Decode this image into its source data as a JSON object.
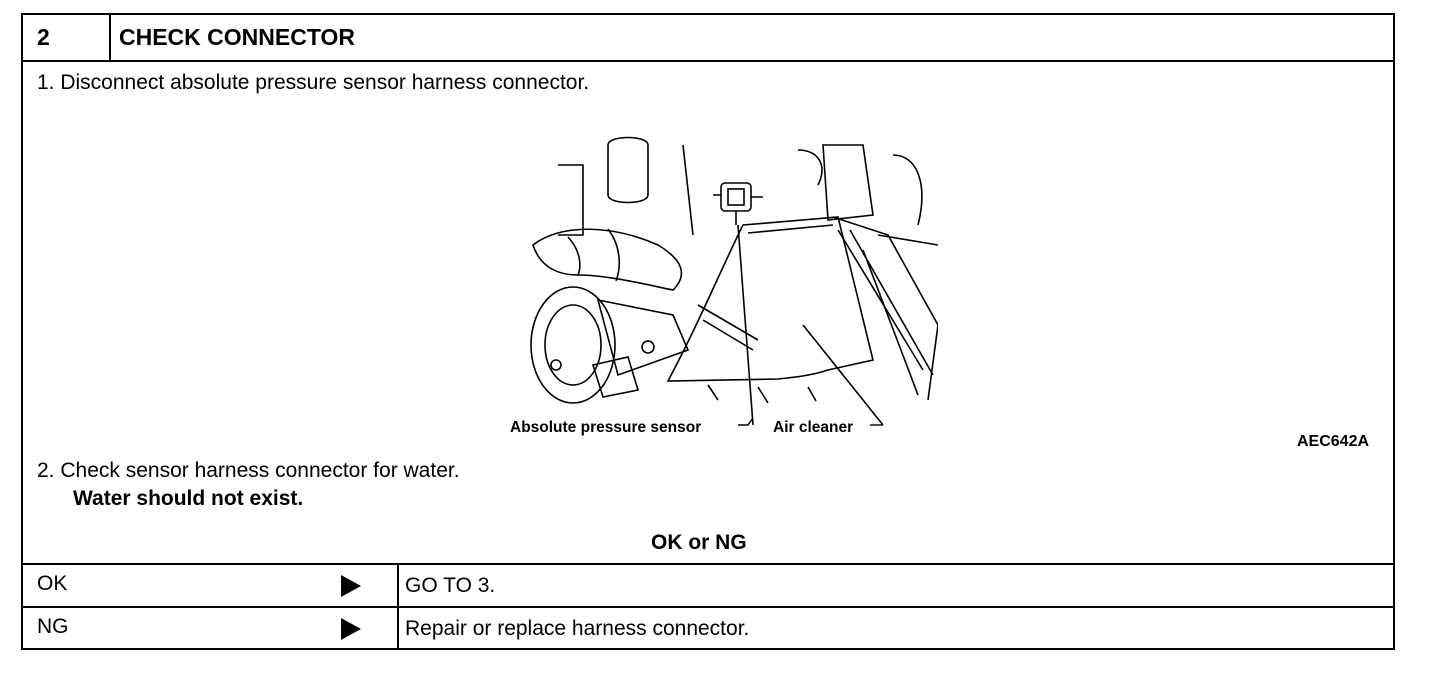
{
  "header": {
    "step_number": "2",
    "title": "CHECK CONNECTOR"
  },
  "steps": [
    "1.  Disconnect absolute pressure sensor harness connector.",
    "2.  Check sensor harness connector for water."
  ],
  "requirement": "Water should not exist.",
  "figure": {
    "labels": {
      "sensor": "Absolute pressure sensor",
      "cleaner": "Air cleaner"
    },
    "id": "AEC642A"
  },
  "result_heading": "OK or NG",
  "results": [
    {
      "key": "OK",
      "action": "GO TO 3."
    },
    {
      "key": "NG",
      "action": "Repair or replace harness connector."
    }
  ]
}
